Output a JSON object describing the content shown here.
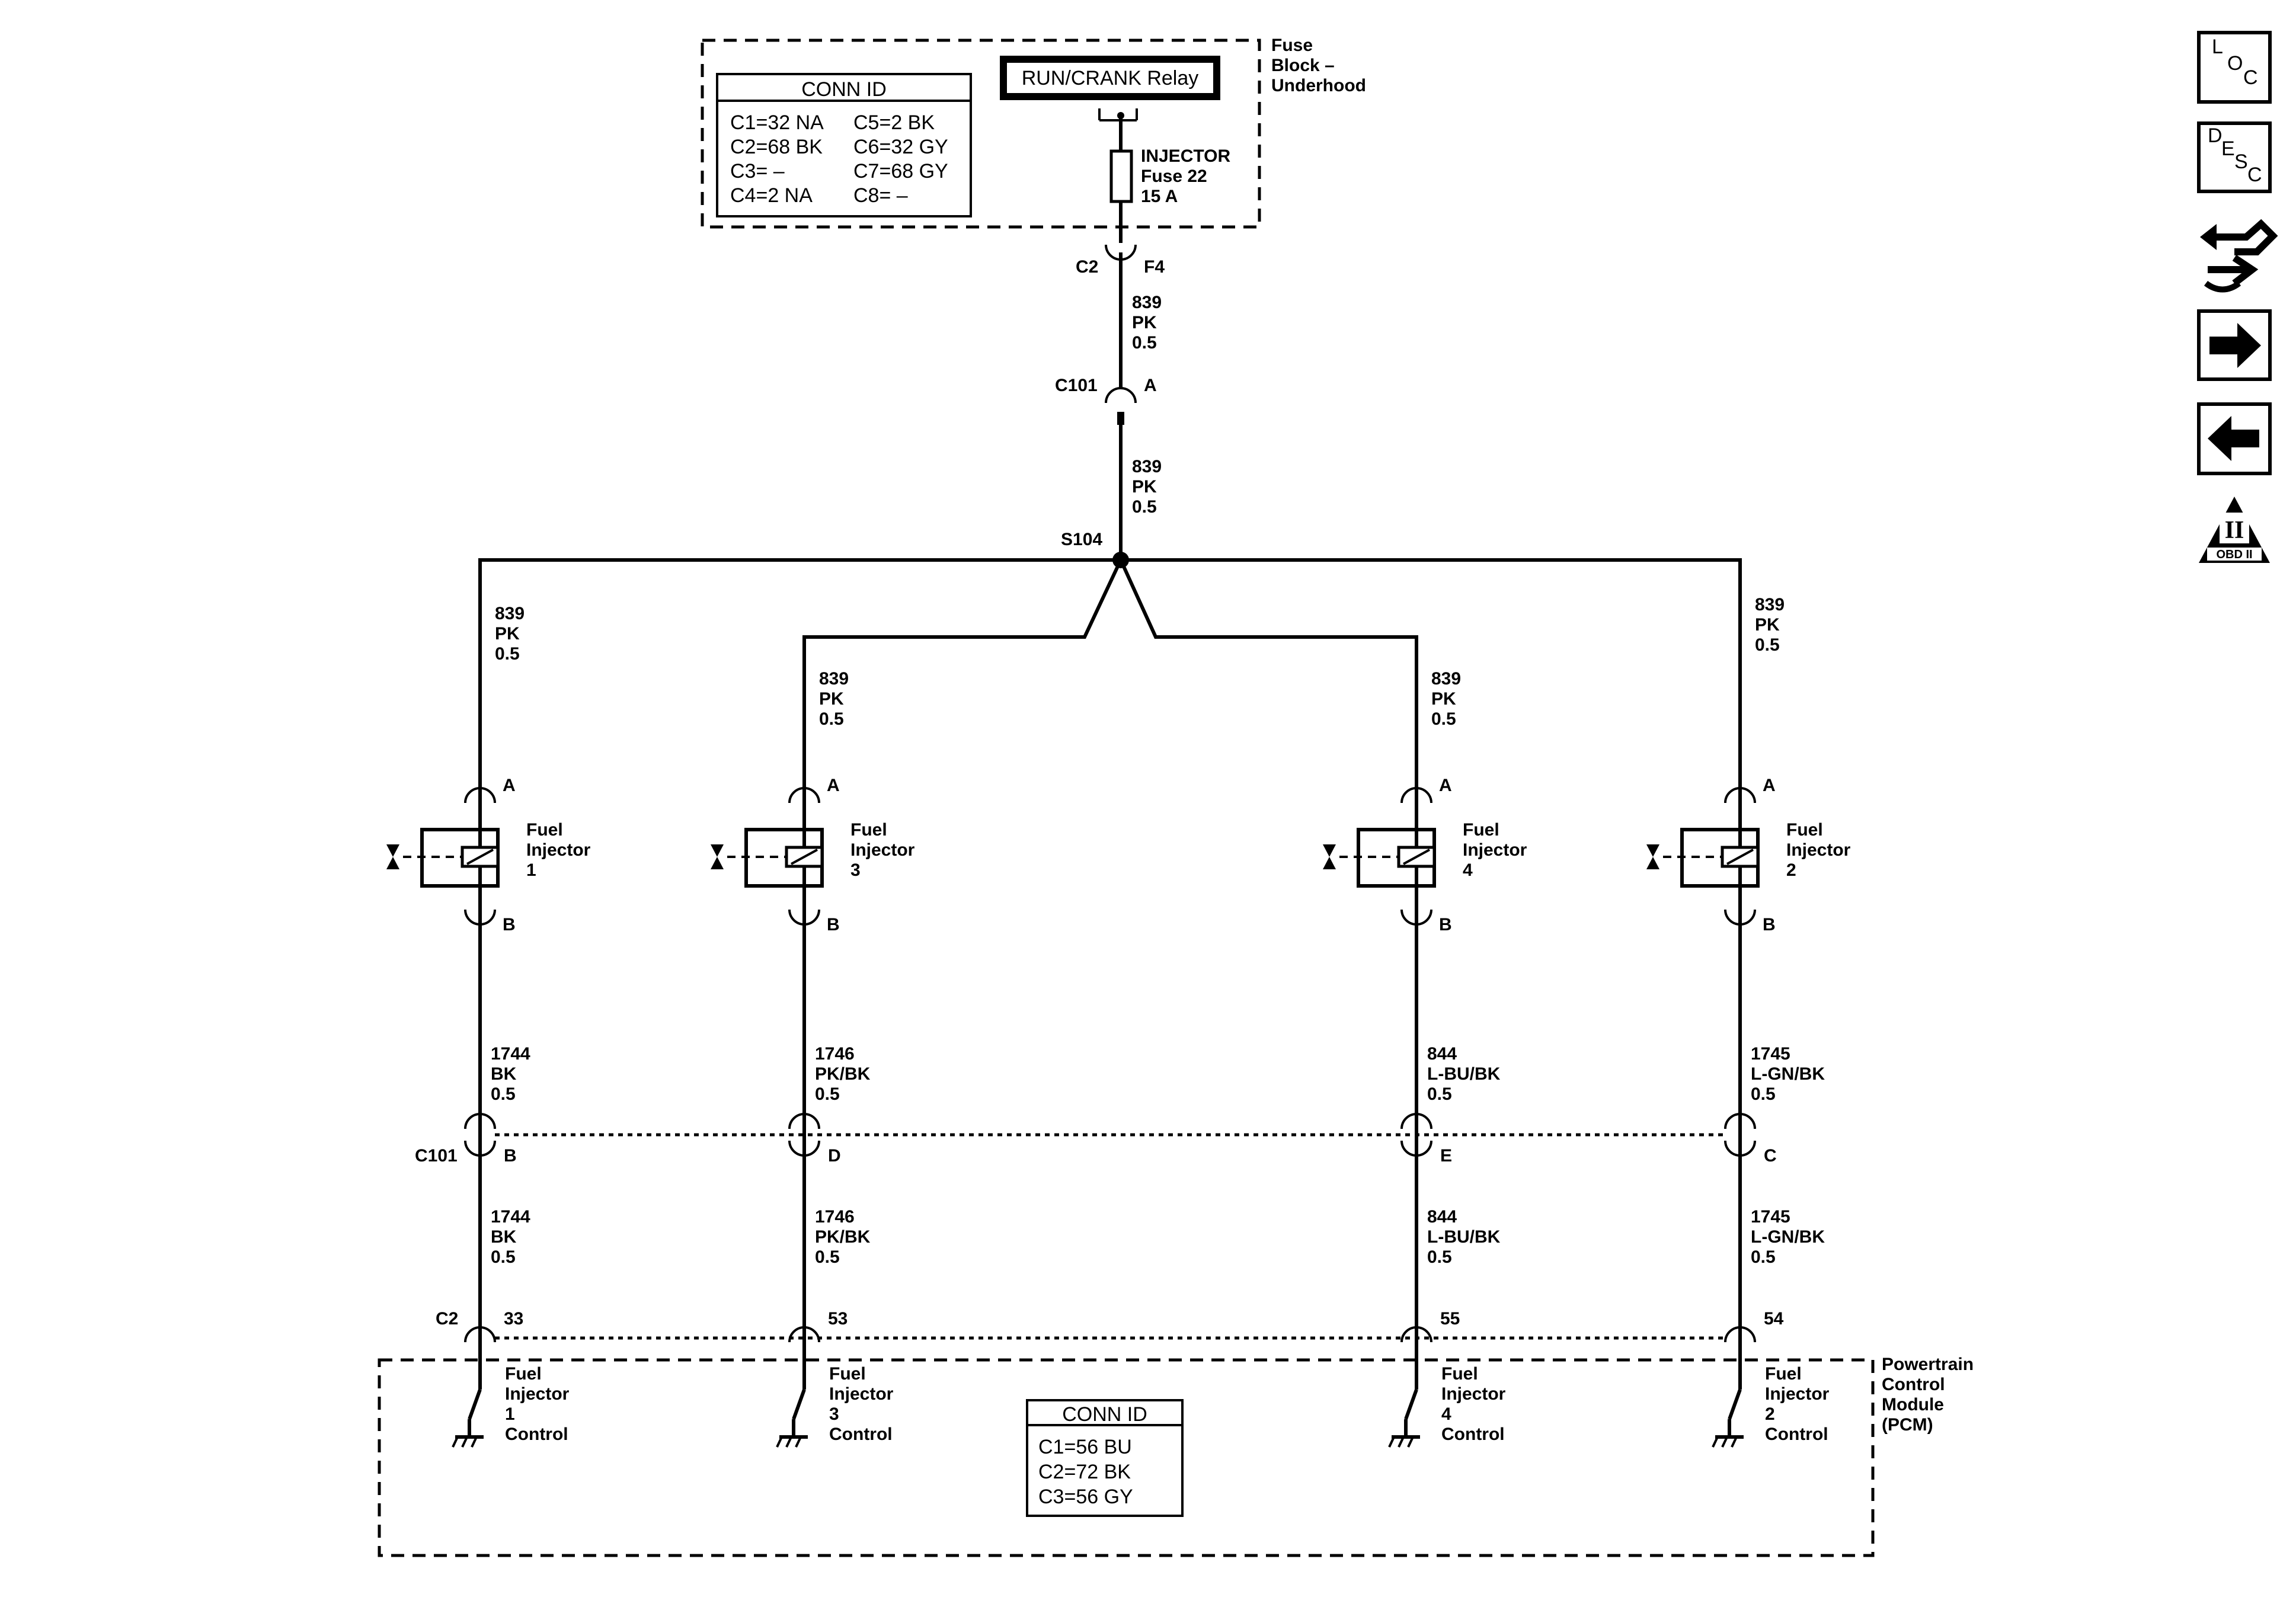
{
  "fuse_block": {
    "label": [
      "Fuse",
      "Block –",
      "Underhood"
    ],
    "relay": "RUN/CRANK Relay",
    "fuse": [
      "INJECTOR",
      "Fuse 22",
      "15 A"
    ],
    "conn_id": {
      "title": "CONN ID",
      "left": [
        "C1=32 NA",
        "C2=68 BK",
        "C3= –",
        "C4=2 NA"
      ],
      "right": [
        "C5=2 BK",
        "C6=32 GY",
        "C7=68 GY",
        "C8= –"
      ]
    },
    "connector": "C2",
    "pin": "F4"
  },
  "feed_wire_1": [
    "839",
    "PK",
    "0.5"
  ],
  "c101_top": {
    "name": "C101",
    "pin": "A"
  },
  "feed_wire_2": [
    "839",
    "PK",
    "0.5"
  ],
  "splice": "S104",
  "injectors": [
    {
      "name": [
        "Fuel",
        "Injector",
        "1"
      ],
      "pin_a": "A",
      "pin_b": "B",
      "feed": [
        "839",
        "PK",
        "0.5"
      ],
      "ctrl_wire_upper": [
        "1744",
        "BK",
        "0.5"
      ],
      "c101_pin": "B",
      "ctrl_wire_lower": [
        "1744",
        "BK",
        "0.5"
      ],
      "pcm_pin": "33",
      "pcm_label": [
        "Fuel",
        "Injector",
        "1",
        "Control"
      ]
    },
    {
      "name": [
        "Fuel",
        "Injector",
        "3"
      ],
      "pin_a": "A",
      "pin_b": "B",
      "feed": [
        "839",
        "PK",
        "0.5"
      ],
      "ctrl_wire_upper": [
        "1746",
        "PK/BK",
        "0.5"
      ],
      "c101_pin": "D",
      "ctrl_wire_lower": [
        "1746",
        "PK/BK",
        "0.5"
      ],
      "pcm_pin": "53",
      "pcm_label": [
        "Fuel",
        "Injector",
        "3",
        "Control"
      ]
    },
    {
      "name": [
        "Fuel",
        "Injector",
        "4"
      ],
      "pin_a": "A",
      "pin_b": "B",
      "feed": [
        "839",
        "PK",
        "0.5"
      ],
      "ctrl_wire_upper": [
        "844",
        "L-BU/BK",
        "0.5"
      ],
      "c101_pin": "E",
      "ctrl_wire_lower": [
        "844",
        "L-BU/BK",
        "0.5"
      ],
      "pcm_pin": "55",
      "pcm_label": [
        "Fuel",
        "Injector",
        "4",
        "Control"
      ]
    },
    {
      "name": [
        "Fuel",
        "Injector",
        "2"
      ],
      "pin_a": "A",
      "pin_b": "B",
      "feed": [
        "839",
        "PK",
        "0.5"
      ],
      "ctrl_wire_upper": [
        "1745",
        "L-GN/BK",
        "0.5"
      ],
      "c101_pin": "C",
      "ctrl_wire_lower": [
        "1745",
        "L-GN/BK",
        "0.5"
      ],
      "pcm_pin": "54",
      "pcm_label": [
        "Fuel",
        "Injector",
        "2",
        "Control"
      ]
    }
  ],
  "c101_bottom": "C101",
  "c2_bottom": "C2",
  "pcm": {
    "label": [
      "Powertrain",
      "Control",
      "Module",
      "(PCM)"
    ],
    "conn_id": {
      "title": "CONN ID",
      "rows": [
        "C1=56 BU",
        "C2=72 BK",
        "C3=56 GY"
      ]
    }
  },
  "nav_icons": [
    {
      "name": "loc",
      "letters": [
        "L",
        "O",
        "C"
      ]
    },
    {
      "name": "desc",
      "letters": [
        "D",
        "E",
        "S",
        "C"
      ]
    },
    {
      "name": "connector-swap",
      "glyph": "⇄"
    },
    {
      "name": "next",
      "glyph": "➡"
    },
    {
      "name": "previous",
      "glyph": "⬅"
    },
    {
      "name": "obd",
      "texts": [
        "II",
        "OBD II"
      ]
    }
  ]
}
